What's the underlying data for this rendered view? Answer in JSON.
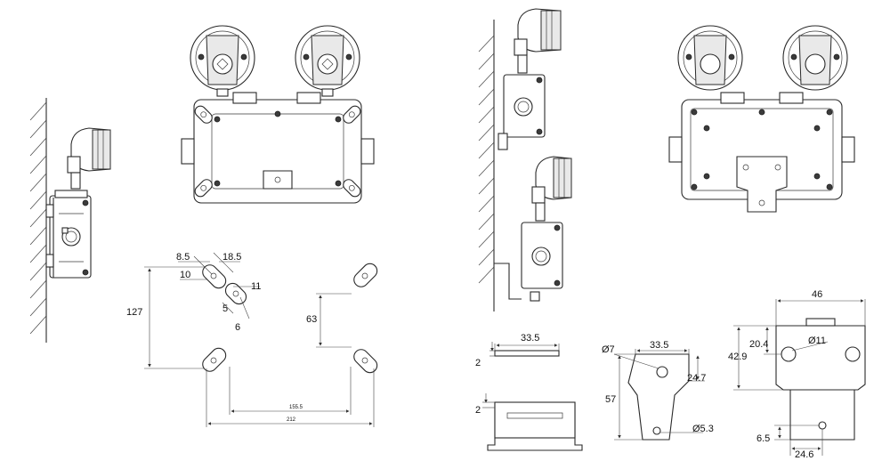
{
  "front_slots": {
    "slot_width": "8.5",
    "slot_length": "18.5",
    "slot_offset": "10",
    "slot_height": "11",
    "slot_inner": "5",
    "slot_wall": "6",
    "height": "127",
    "inner_height": "63",
    "inner_width": "155.5",
    "width": "212"
  },
  "bracket_side": {
    "width": "33.5",
    "thickness_top": "2",
    "thickness_bottom": "2"
  },
  "bracket_profile": {
    "hole_top": "Ø7",
    "width": "33.5",
    "upper_height": "24.7",
    "height": "57",
    "hole_bottom": "Ø5.3"
  },
  "bracket_plate": {
    "width": "46",
    "hole_offset": "20.4",
    "hole": "Ø11",
    "height": "42.9",
    "bottom_offset": "6.5",
    "bottom_width": "24.6"
  }
}
